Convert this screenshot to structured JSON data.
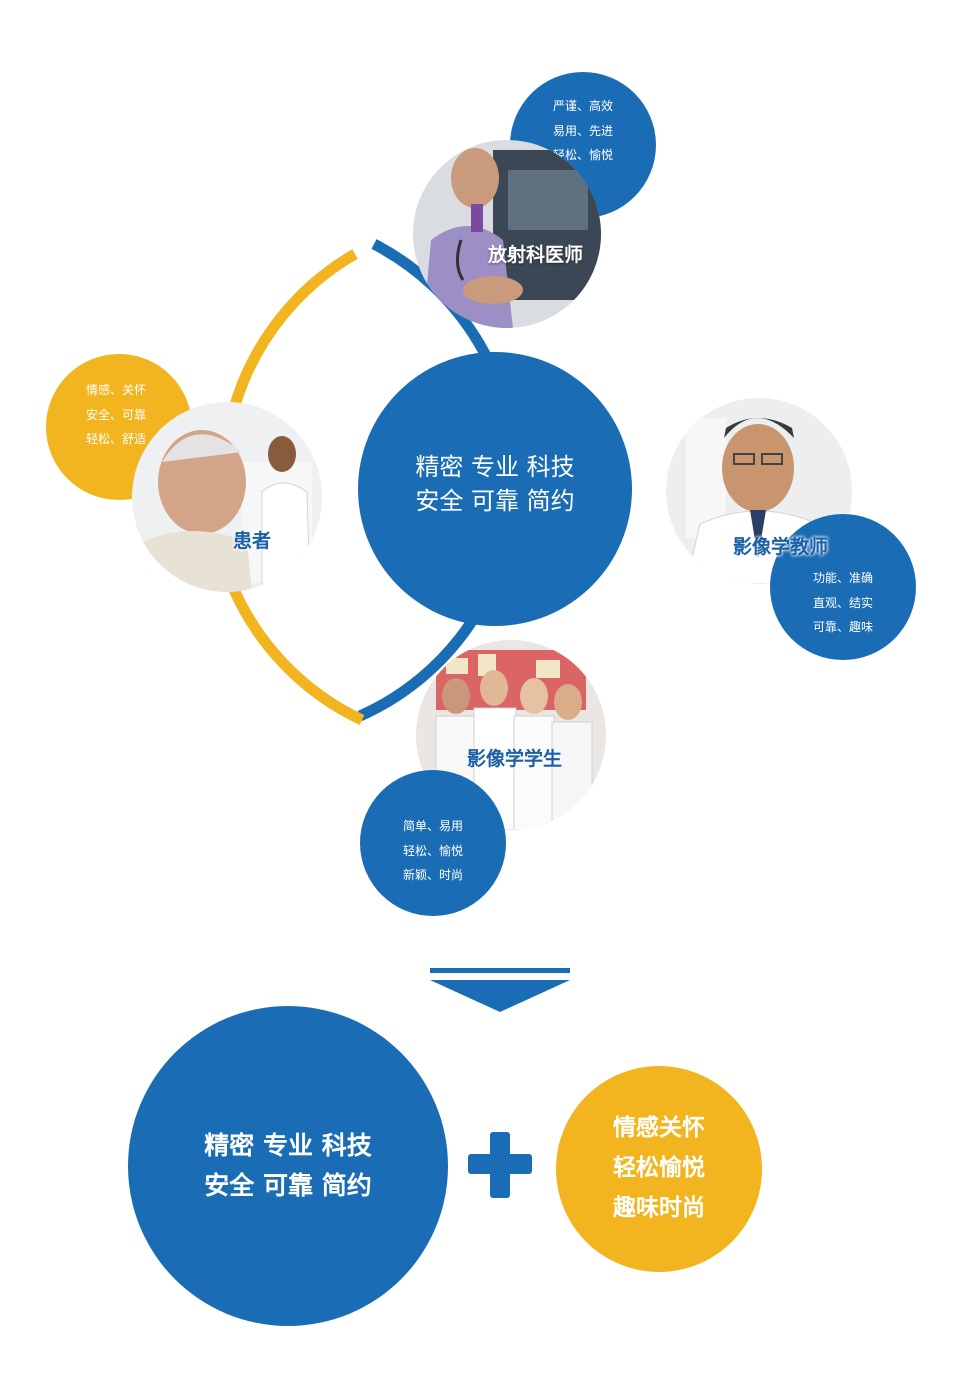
{
  "center": {
    "line1": "精密 专业 科技",
    "line2": "安全 可靠 简约"
  },
  "roles": {
    "radiologist": {
      "label": "放射科医师",
      "traits": [
        "严谨、高效",
        "易用、先进",
        "轻松、愉悦"
      ]
    },
    "patient": {
      "label": "患者",
      "traits": [
        "情感、关怀",
        "安全、可靠",
        "轻松、舒适"
      ]
    },
    "teacher": {
      "label": "影像学教师",
      "traits": [
        "功能、准确",
        "直观、结实",
        "可靠、趣味"
      ]
    },
    "student": {
      "label": "影像学学生",
      "traits": [
        "简单、易用",
        "轻松、愉悦",
        "新颖、时尚"
      ]
    }
  },
  "summary": {
    "left": [
      "精密 专业 科技",
      "安全 可靠 简约"
    ],
    "right": [
      "情感关怀",
      "轻松愉悦",
      "趣味时尚"
    ]
  },
  "colors": {
    "blue": "#1a6db4",
    "yellow": "#f2b51f"
  },
  "icons": {
    "arrow": "down-chevron-icon",
    "plus": "plus-icon"
  }
}
